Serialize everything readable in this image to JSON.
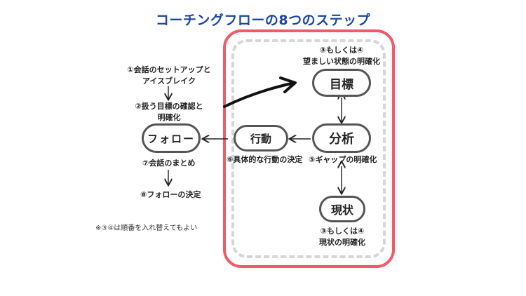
{
  "title": "コーチングフローの8つのステップ",
  "nodes": {
    "goal": "目標",
    "analysis": "分析",
    "current": "現状",
    "action": "行動",
    "follow": "フォロー"
  },
  "labels": {
    "step1": "①会話のセットアップと\nアイスブレイク",
    "step2": "②扱う目標の確認と\n明確化",
    "goal_step": "③もしくは④\n望ましい状態の明確化",
    "current_step": "③もしくは④\n現状の明確化",
    "step5": "⑤ギャップの明確化",
    "step6": "⑥具体的な行動の決定",
    "step7": "⑦会話のまとめ",
    "step8": "⑧フォローの決定"
  },
  "note": "※③④は順番を入れ替えてもよい",
  "colors": {
    "title": "#1a47a8",
    "frame": "#ef5b68",
    "dashed": "#d6d6d6",
    "node_border": "#555555"
  }
}
